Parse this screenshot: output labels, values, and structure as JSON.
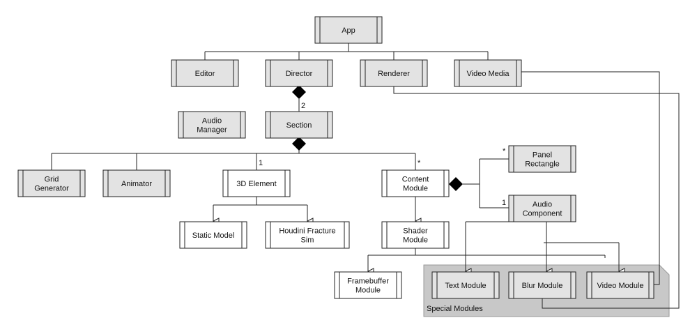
{
  "nodes": {
    "app": {
      "lines": [
        "App"
      ],
      "fill": "#e3e3e3"
    },
    "editor": {
      "lines": [
        "Editor"
      ],
      "fill": "#e3e3e3"
    },
    "director": {
      "lines": [
        "Director"
      ],
      "fill": "#e3e3e3"
    },
    "renderer": {
      "lines": [
        "Renderer"
      ],
      "fill": "#e3e3e3"
    },
    "video_media": {
      "lines": [
        "Video Media"
      ],
      "fill": "#e3e3e3"
    },
    "audio_manager": {
      "lines": [
        "Audio",
        "Manager"
      ],
      "fill": "#e3e3e3"
    },
    "section": {
      "lines": [
        "Section"
      ],
      "fill": "#e3e3e3"
    },
    "grid_generator": {
      "lines": [
        "Grid",
        "Generator"
      ],
      "fill": "#e3e3e3"
    },
    "animator": {
      "lines": [
        "Animator"
      ],
      "fill": "#e3e3e3"
    },
    "element_3d": {
      "lines": [
        "3D Element"
      ],
      "fill": "#ffffff"
    },
    "content_module": {
      "lines": [
        "Content",
        "Module"
      ],
      "fill": "#ffffff"
    },
    "panel_rectangle": {
      "lines": [
        "Panel",
        "Rectangle"
      ],
      "fill": "#e3e3e3"
    },
    "audio_component": {
      "lines": [
        "Audio",
        "Component"
      ],
      "fill": "#e3e3e3"
    },
    "static_model": {
      "lines": [
        "Static Model"
      ],
      "fill": "#ffffff"
    },
    "houdini": {
      "lines": [
        "Houdini Fracture",
        "Sim"
      ],
      "fill": "#ffffff"
    },
    "shader_module": {
      "lines": [
        "Shader",
        "Module"
      ],
      "fill": "#ffffff"
    },
    "framebuffer_module": {
      "lines": [
        "Framebuffer",
        "Module"
      ],
      "fill": "#ffffff"
    },
    "text_module": {
      "lines": [
        "Text Module"
      ],
      "fill": "#e3e3e3"
    },
    "blur_module": {
      "lines": [
        "Blur Module"
      ],
      "fill": "#e3e3e3"
    },
    "video_module": {
      "lines": [
        "Video Module"
      ],
      "fill": "#e3e3e3"
    }
  },
  "multiplicities": {
    "director_section": "2",
    "section_3d": "1",
    "section_content": "*",
    "content_panel": "*",
    "content_audio": "1"
  },
  "package": {
    "label": "Special Modules",
    "fill": "#c8c8c8",
    "border": "#999999"
  },
  "colors": {
    "line": "#222222",
    "box_border": "#222222"
  }
}
